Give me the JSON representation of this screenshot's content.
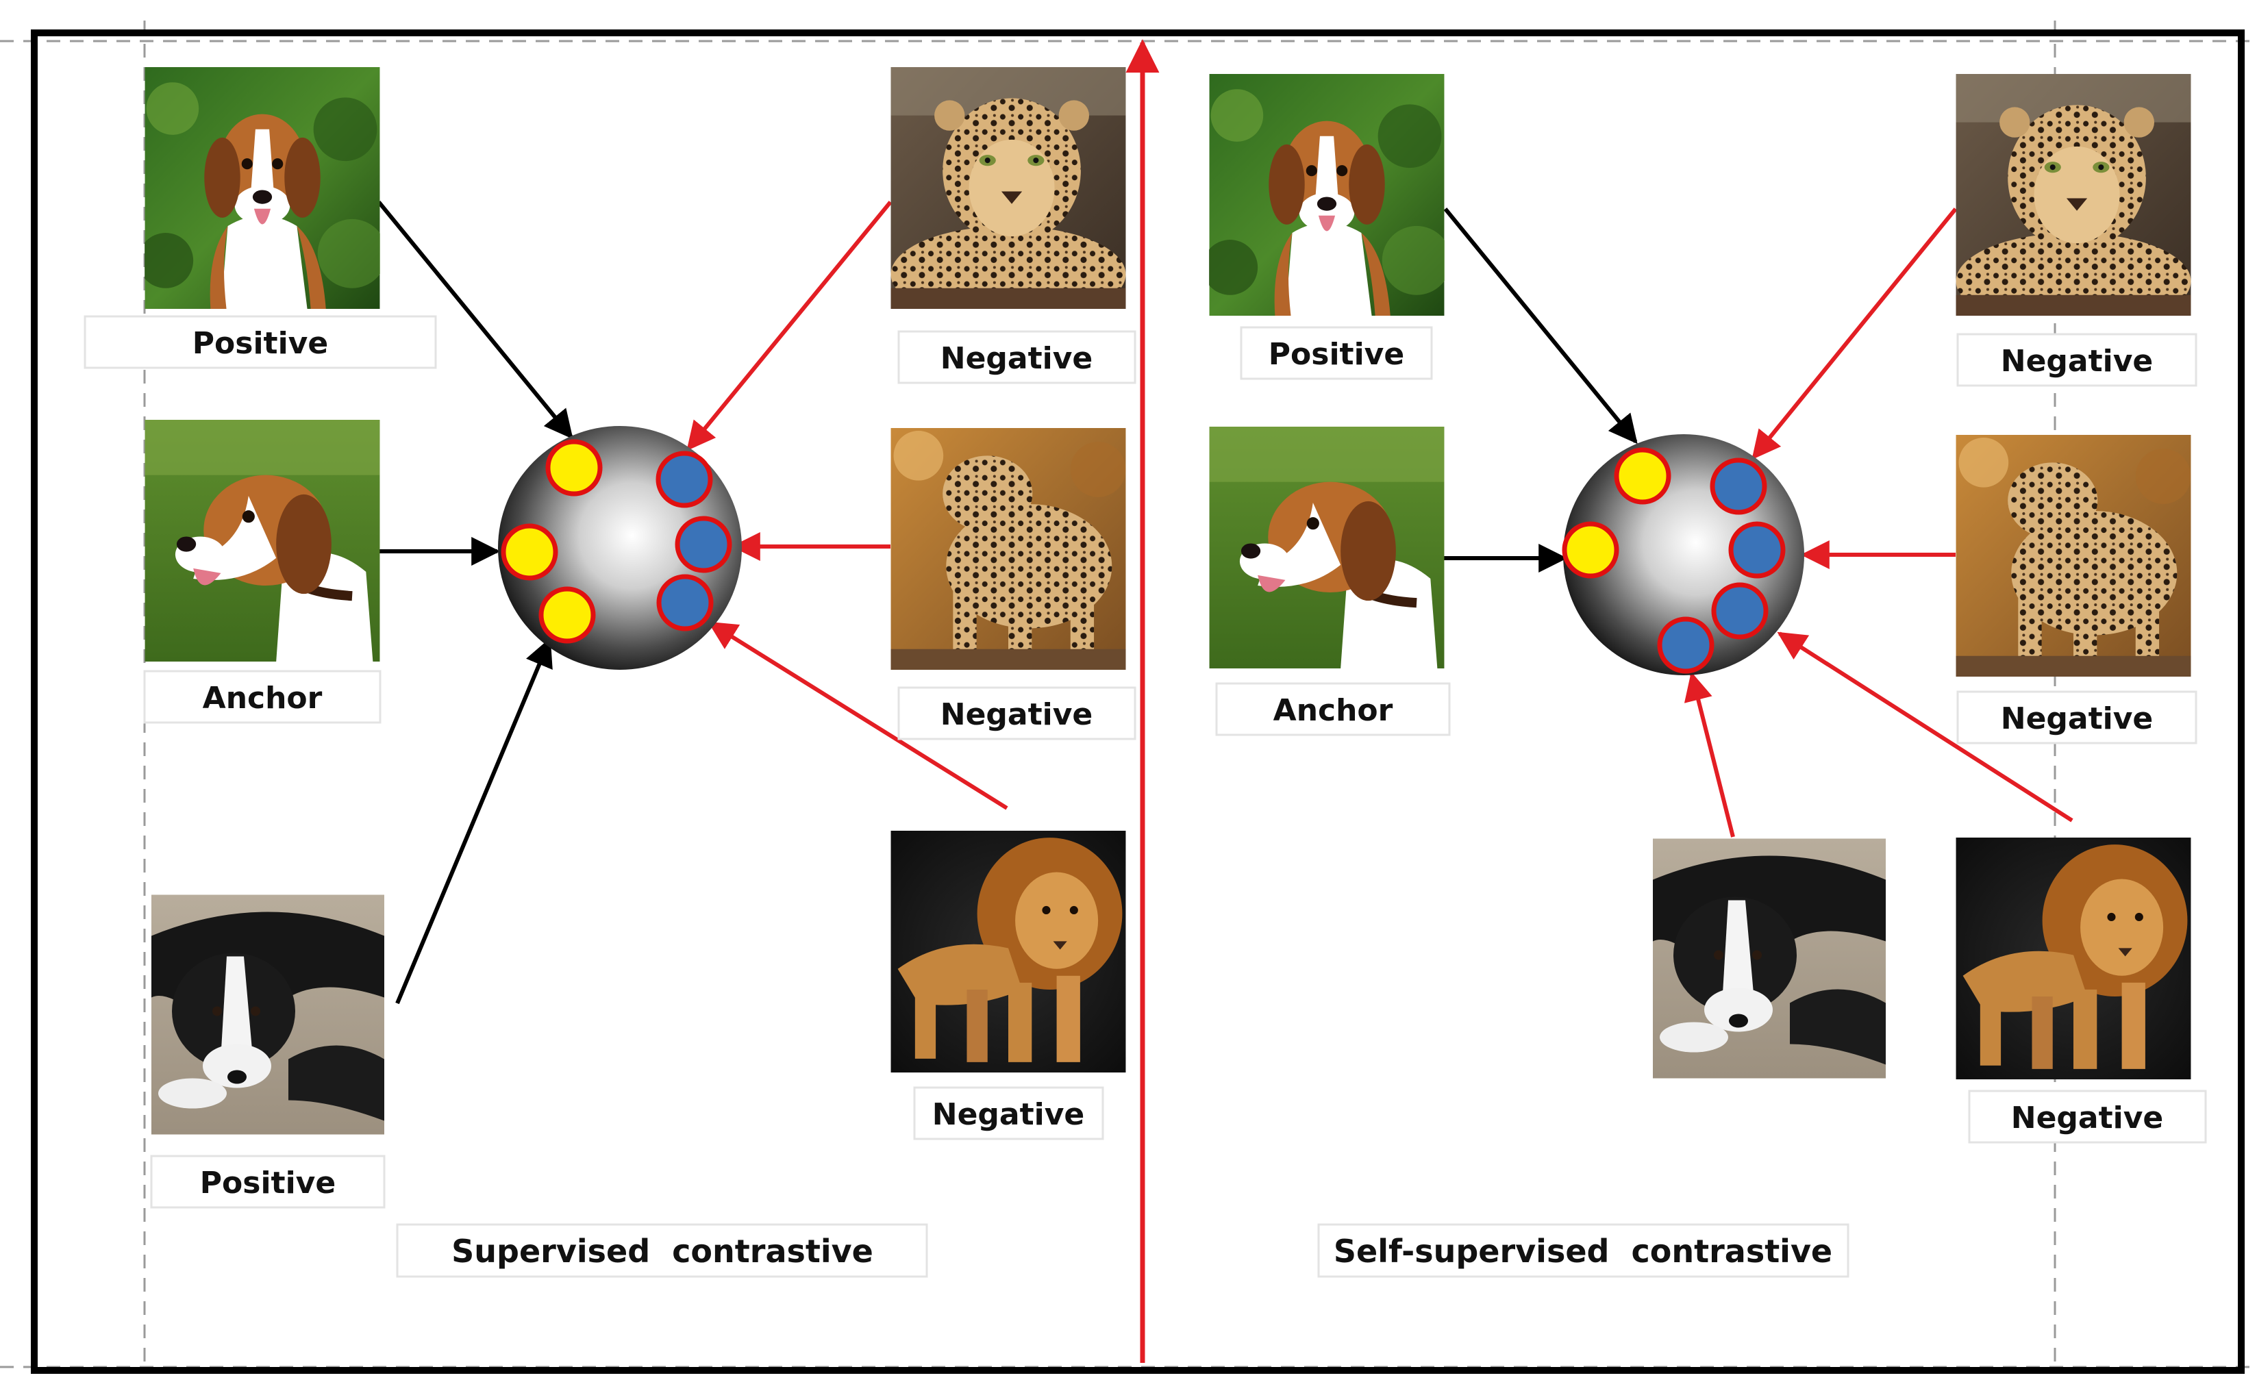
{
  "labels": {
    "positive": "Positive",
    "anchor": "Anchor",
    "negative": "Negative"
  },
  "panels": {
    "left_title": "Supervised  contrastive",
    "right_title": "Self-supervised  contrastive"
  },
  "colors": {
    "positive_arrow": "#000000",
    "negative_arrow": "#e31e24",
    "divider": "#e31e24",
    "positive_dot": "#ffee00",
    "negative_dot": "#3a73b8",
    "dot_ring": "#e01010"
  },
  "icons": {
    "beagle_standing": "beagle-photo",
    "beagle_anchor": "beagle-anchor-photo",
    "border_collie": "border-collie-photo",
    "leopard_lying": "leopard-photo",
    "leopard_standing": "leopard-standing-photo",
    "lion": "lion-photo"
  }
}
